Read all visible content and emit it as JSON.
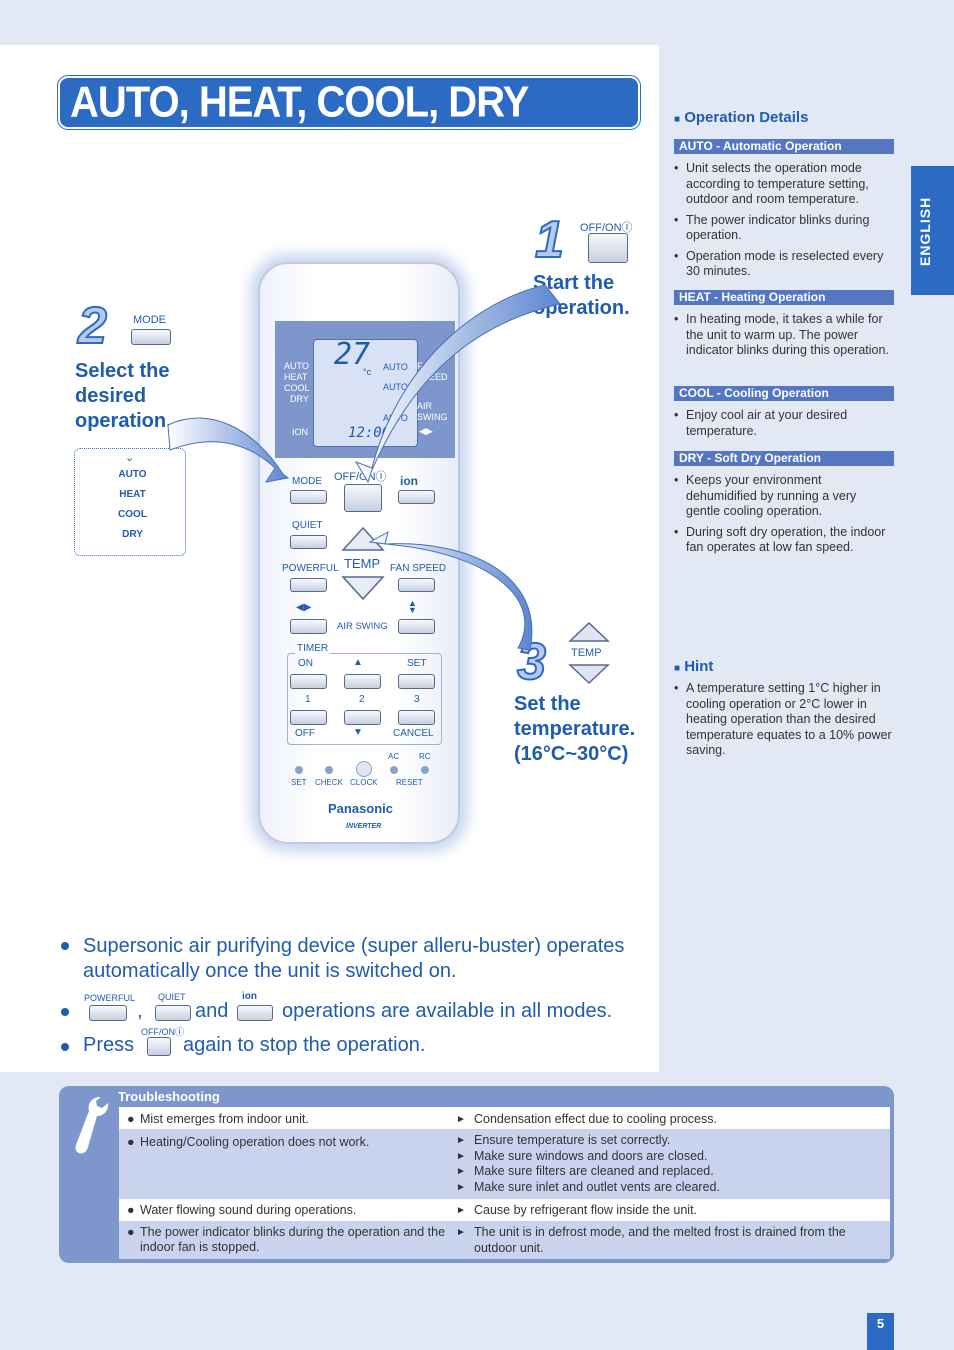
{
  "title": "AUTO, HEAT, COOL, DRY",
  "steps": {
    "step1": {
      "num": "1",
      "button": "OFF/ONⒾ",
      "text_line1": "Start the",
      "text_line2": "operation."
    },
    "step2": {
      "num": "2",
      "button": "MODE",
      "text_line1": "Select the",
      "text_line2": "desired",
      "text_line3": "operation.",
      "modes": [
        "AUTO",
        "HEAT",
        "COOL",
        "DRY"
      ]
    },
    "step3": {
      "num": "3",
      "button": "TEMP",
      "text_line1": "Set the",
      "text_line2": "temperature.",
      "text_line3": "(16°C~30°C)"
    }
  },
  "remote": {
    "lcd": {
      "temp": "27",
      "unit": "°c",
      "time": "12:00",
      "modes": [
        "AUTO",
        "HEAT",
        "COOL",
        "DRY"
      ],
      "auto1": "AUTO",
      "auto2": "AUTO",
      "auto3": "AUTO",
      "fan": "FAN",
      "speed": "SPEED",
      "air": "AIR",
      "swing": "SWING",
      "ion": "ION"
    },
    "labels": {
      "mode": "MODE",
      "offon": "OFF/ONⒾ",
      "ion": "ion",
      "quiet": "QUIET",
      "temp": "TEMP",
      "powerful": "POWERFUL",
      "fan_speed": "FAN SPEED",
      "air_swing": "AIR SWING",
      "timer": "TIMER",
      "on": "ON",
      "set": "SET",
      "n1": "1",
      "n2": "2",
      "n3": "3",
      "off": "OFF",
      "cancel": "CANCEL",
      "ac": "AC",
      "rc": "RC",
      "set2": "SET",
      "check": "CHECK",
      "clock": "CLOCK",
      "reset": "RESET",
      "brand": "Panasonic",
      "inverter": "INVERTER"
    }
  },
  "notes": {
    "note1_line1": "Supersonic air purifying device (super alleru-buster) operates",
    "note1_line2": "automatically once the unit is switched on.",
    "note2_powerful": "POWERFUL",
    "note2_quiet": "QUIET",
    "note2_ion": "ion",
    "note2_comma": ",",
    "note2_and": "and",
    "note2_text": "operations are available in all modes.",
    "note3_press": "Press",
    "note3_offon": "OFF/ONⒾ",
    "note3_text": "again to stop the operation."
  },
  "sidebar": {
    "operation_details": "Operation Details",
    "auto_title": "AUTO - Automatic Operation",
    "auto_items": [
      "Unit selects the operation mode according to temperature setting, outdoor and room temperature.",
      "The power indicator blinks during operation.",
      "Operation mode is reselected every 30 minutes."
    ],
    "heat_title": "HEAT - Heating Operation",
    "heat_items": [
      "In heating mode, it takes a while for the unit to warm up. The power indicator blinks during this operation."
    ],
    "cool_title": "COOL - Cooling Operation",
    "cool_items": [
      "Enjoy cool air at your desired temperature."
    ],
    "dry_title": "DRY - Soft Dry Operation",
    "dry_items": [
      "Keeps your environment dehumidified by running a very gentle cooling operation.",
      "During soft dry operation, the indoor fan operates at low fan speed."
    ],
    "hint_title": "Hint",
    "hint_items": [
      "A temperature setting 1°C higher in cooling operation or 2°C lower in heating operation than the desired temperature equates to a 10% power saving."
    ],
    "language_tab": "ENGLISH"
  },
  "troubleshooting": {
    "title": "Troubleshooting",
    "rows": [
      {
        "problem": "Mist emerges from indoor unit.",
        "causes": [
          "Condensation effect due to cooling process."
        ]
      },
      {
        "problem": "Heating/Cooling operation does not work.",
        "causes": [
          "Ensure temperature is set correctly.",
          "Make sure windows and doors are closed.",
          "Make sure filters are cleaned and replaced.",
          "Make sure inlet and outlet vents are cleared."
        ]
      },
      {
        "problem": "Water flowing sound during operations.",
        "causes": [
          "Cause by refrigerant flow inside the unit."
        ]
      },
      {
        "problem": "The power indicator blinks during the operation and the indoor fan is stopped.",
        "causes": [
          "The unit is in defrost mode, and the melted frost is drained from the outdoor unit."
        ]
      }
    ]
  },
  "page_number": "5",
  "colors": {
    "accent": "#2c6bc3",
    "panel": "#7d97cd",
    "background": "#e3e8f5"
  }
}
